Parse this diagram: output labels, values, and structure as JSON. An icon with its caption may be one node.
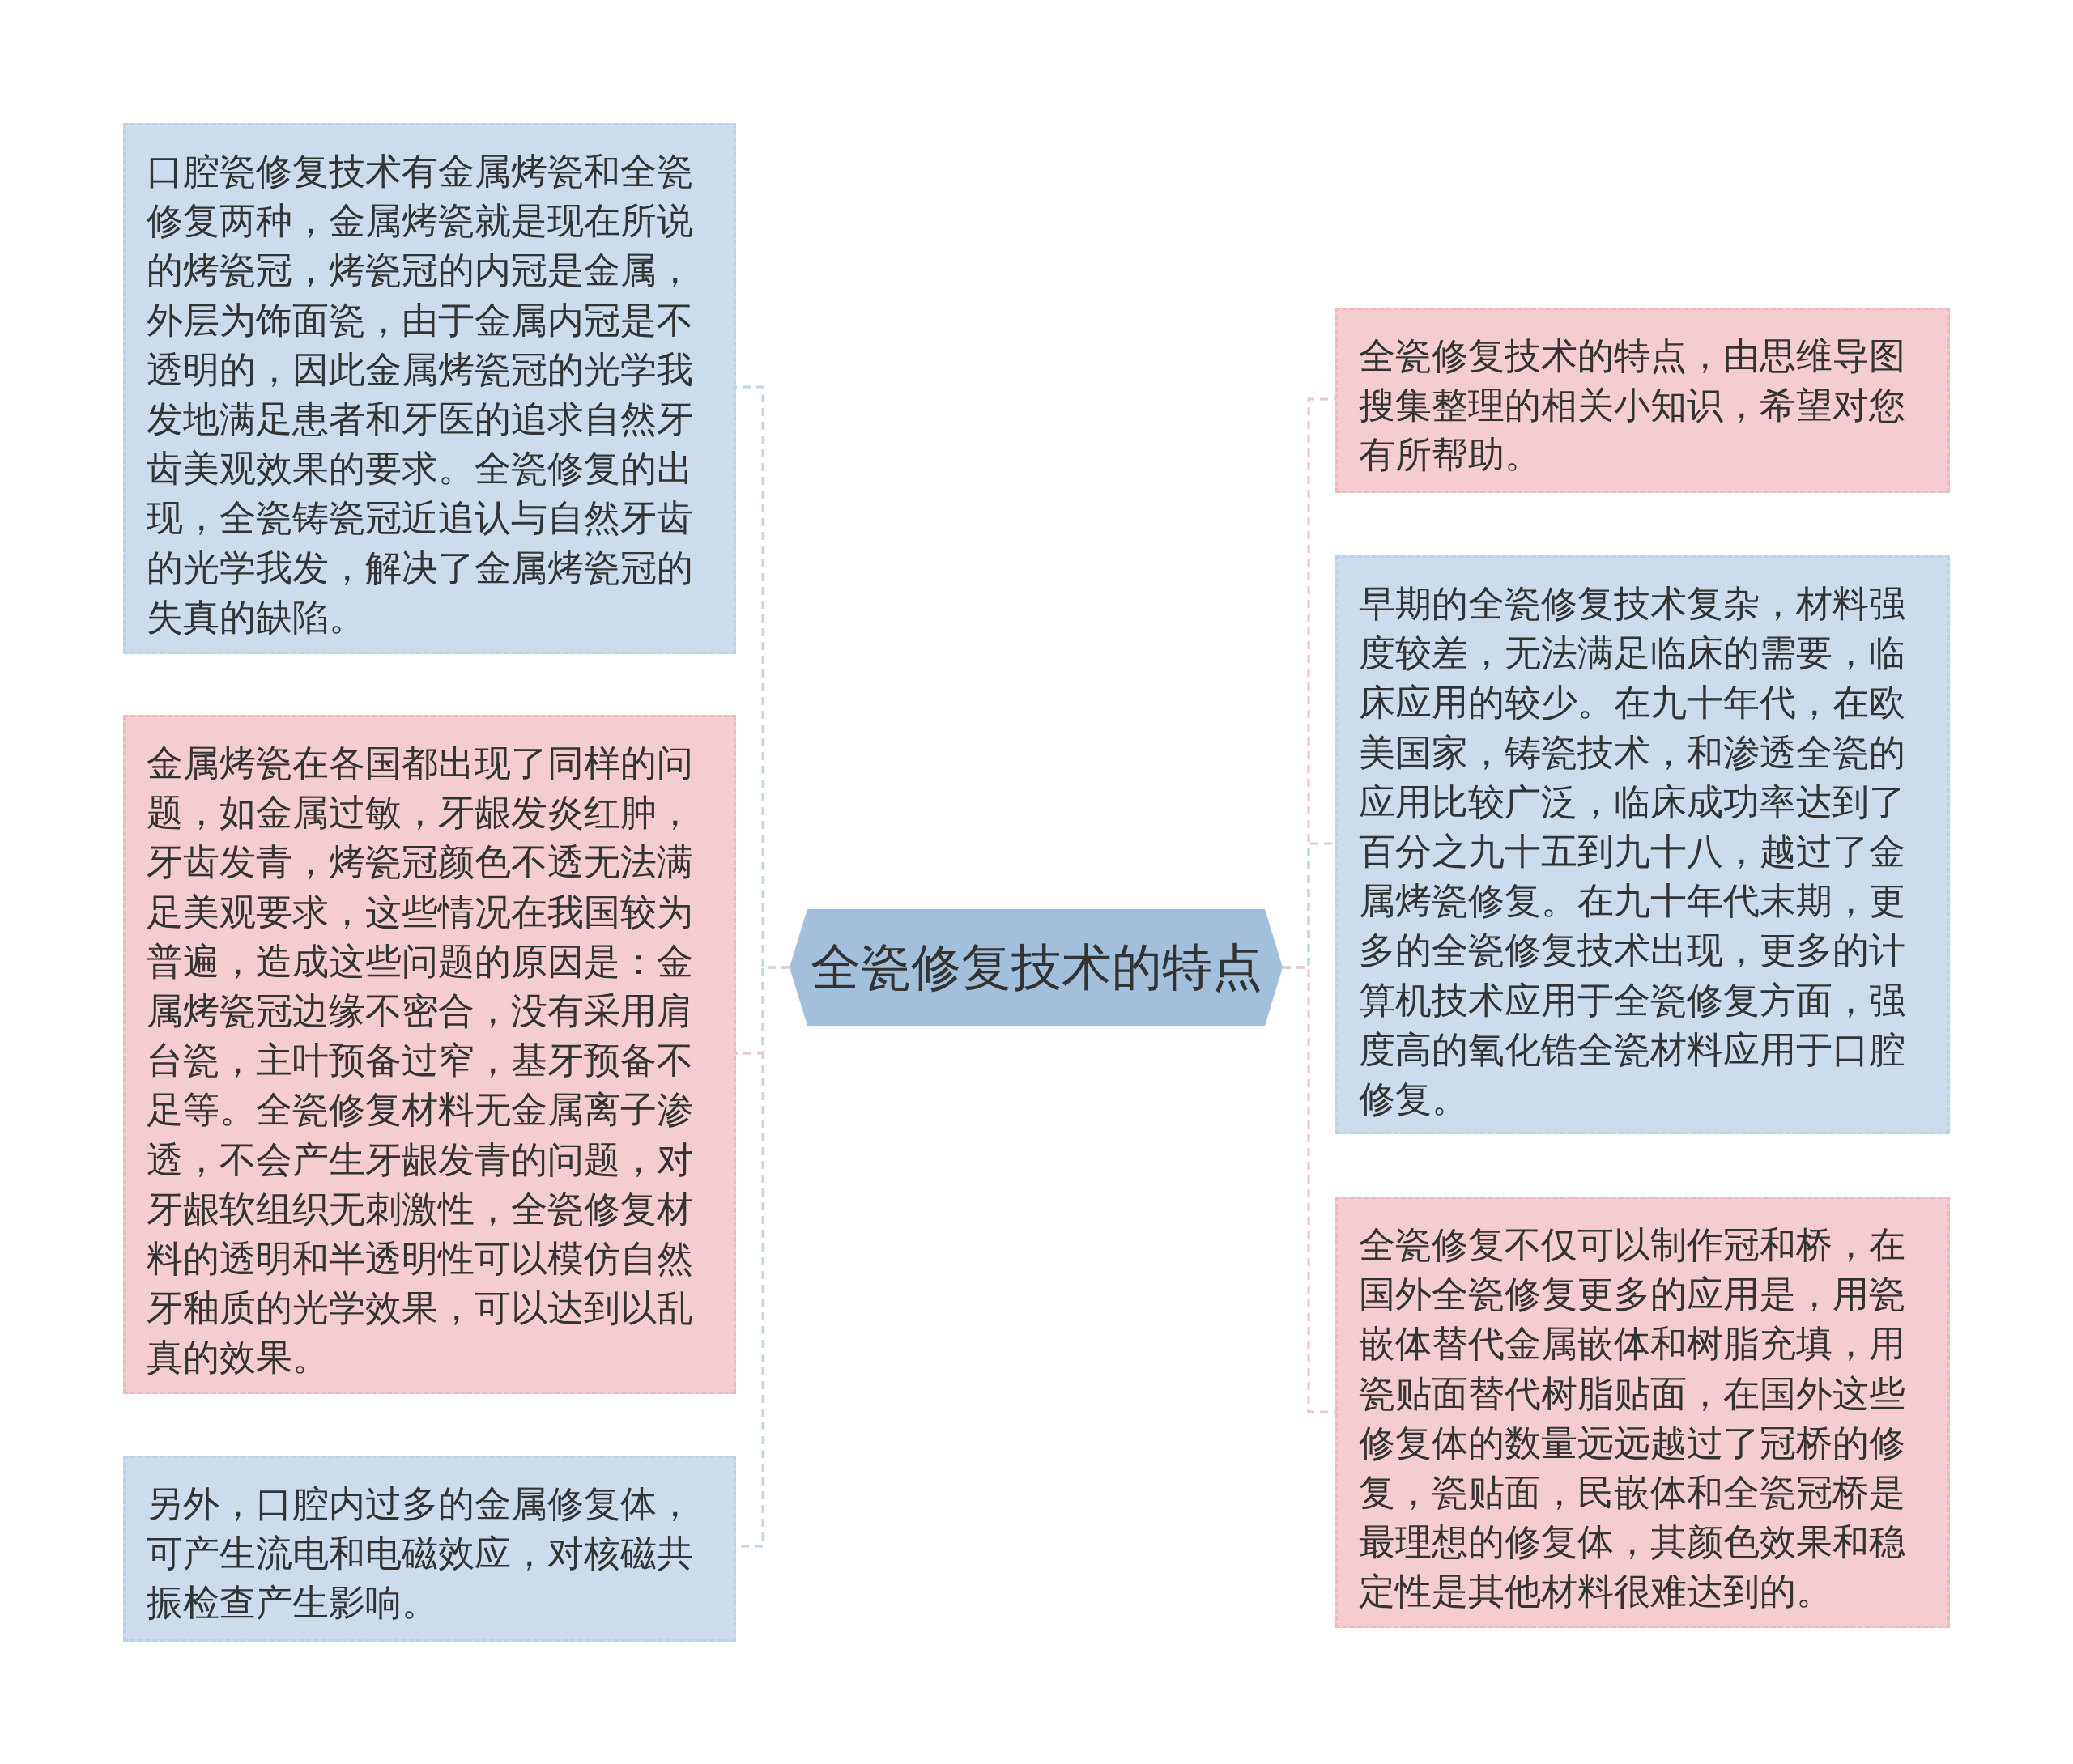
{
  "diagram": {
    "nodes": [
      {
        "text": [
          "全瓷修复技术的特点"
        ]
      },
      {
        "text": [
          "口腔瓷修复技术有金属烤瓷和全瓷修复两种，金属烤瓷就是现在所说的烤瓷冠，烤瓷冠的内冠是金属，外层为饰面瓷，由于金属内冠是不透明的，因此金属烤瓷冠的光学我发地满足患者和牙医的追求自然牙齿美观效果的要求。全瓷修复的出现，全瓷铸瓷冠近追认与自然牙齿的光学我发，解决了金属烤瓷冠的失真的缺陷。"
        ]
      },
      {
        "text": [
          "金属烤瓷在各国都出现了同样的问题，如金属过敏，牙龈发炎红肿，牙齿发青，烤瓷冠颜色不透无法满足美观要求，这些情况在我国较为普遍，造成这些问题的原因是：金属烤瓷冠边缘不密合，没有采用肩台瓷，主叶预备过窄，基牙预备不足等。全瓷修复材料无金属离子渗透，不会产生牙龈发青的问题，对牙龈软组织无刺激性，全瓷修复材料的透明和半透明性可以模仿自然牙釉质的光学效果，可以达到以乱真的效果。"
        ]
      },
      {
        "text": [
          "另外，口腔内过多的金属修复体，可产生流电和电磁效应，对核磁共振检查产生影响。"
        ]
      },
      {
        "text": [
          "全瓷修复技术的特点，由思维导图搜集整理的相关小知识，希望对您有所帮助。"
        ]
      },
      {
        "text": [
          "早期的全瓷修复技术复杂，材料强度较差，无法满足临床的需要，临床应用的较少。在九十年代，在欧美国家，铸瓷技术，和渗透全瓷的应用比较广泛，临床成功率达到了百分之九十五到九十八，越过了金属烤瓷修复。在九十年代末期，更多的全瓷修复技术出现，更多的计算机技术应用于全瓷修复方面，强度高的氧化锆全瓷材料应用于口腔修复。"
        ]
      },
      {
        "text": [
          "全瓷修复不仅可以制作冠和桥，在国外全瓷修复更多的应用是，用瓷嵌体替代金属嵌体和树脂充填，用瓷贴面替代树脂贴面，在国外这些修复体的数量远远越过了冠桥的修复，瓷贴面，民嵌体和全瓷冠桥是最理想的修复体，其颜色效果和稳定性是其他材料很难达到的。"
        ]
      }
    ],
    "edges": [
      {
        "from": 0,
        "to": 1,
        "arrow": "none",
        "style": "dashed",
        "color": "#c3d5ea"
      },
      {
        "from": 0,
        "to": 2,
        "arrow": "none",
        "style": "dashed",
        "color": "#efc3c8"
      },
      {
        "from": 0,
        "to": 3,
        "arrow": "none",
        "style": "dashed",
        "color": "#c3d5ea"
      },
      {
        "from": 0,
        "to": 4,
        "arrow": "none",
        "style": "dashed",
        "color": "#efc3c8"
      },
      {
        "from": 0,
        "to": 5,
        "arrow": "none",
        "style": "dashed",
        "color": "#c3d5ea"
      },
      {
        "from": 0,
        "to": 6,
        "arrow": "none",
        "style": "dashed",
        "color": "#efc3c8"
      }
    ]
  }
}
